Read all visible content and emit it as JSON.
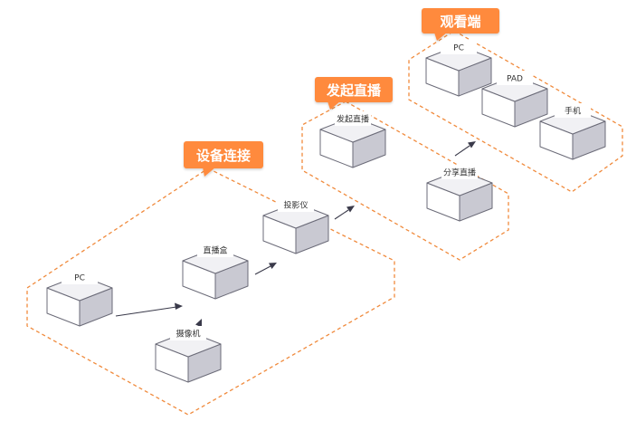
{
  "groups": {
    "device_connection": {
      "title": "设备连接"
    },
    "start_stream": {
      "title": "发起直播"
    },
    "viewer": {
      "title": "观看端"
    }
  },
  "nodes": {
    "pc": "PC",
    "live_box": "直播盒",
    "camera": "摄像机",
    "projector": "投影仪",
    "start_stream": "发起直播",
    "share_stream": "分享直播",
    "viewer_pc": "PC",
    "viewer_pad": "PAD",
    "viewer_phone": "手机"
  },
  "colors": {
    "accent": "#ff8a3d",
    "outline": "#f08a3c",
    "box_stroke": "#6b6b78",
    "arrow": "#3a3a4a"
  }
}
